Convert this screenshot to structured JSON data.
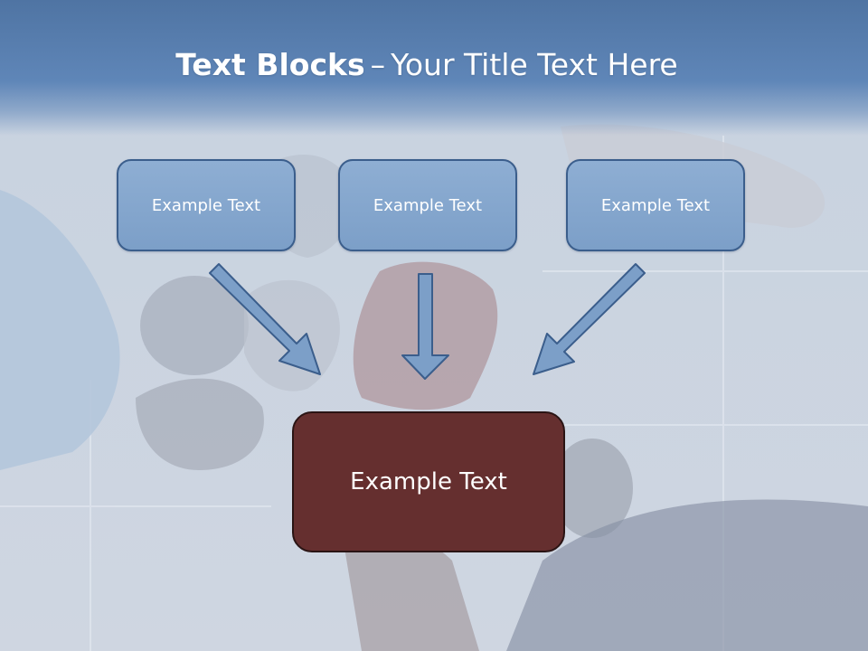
{
  "slide": {
    "title_bold": "Text Blocks",
    "title_separator": "–",
    "title_rest": "Your Title Text Here"
  },
  "blocks": [
    {
      "label": "Example Text"
    },
    {
      "label": "Example Text"
    },
    {
      "label": "Example Text"
    }
  ],
  "target_block": {
    "label": "Example Text"
  },
  "colors": {
    "header": "#5f86b8",
    "block_fill": "#7c9fc8",
    "block_border": "#3b5e8c",
    "target_fill": "#652f2f",
    "arrow_fill": "#7c9fc8"
  },
  "background_image": "team-hands-puzzle-photo"
}
